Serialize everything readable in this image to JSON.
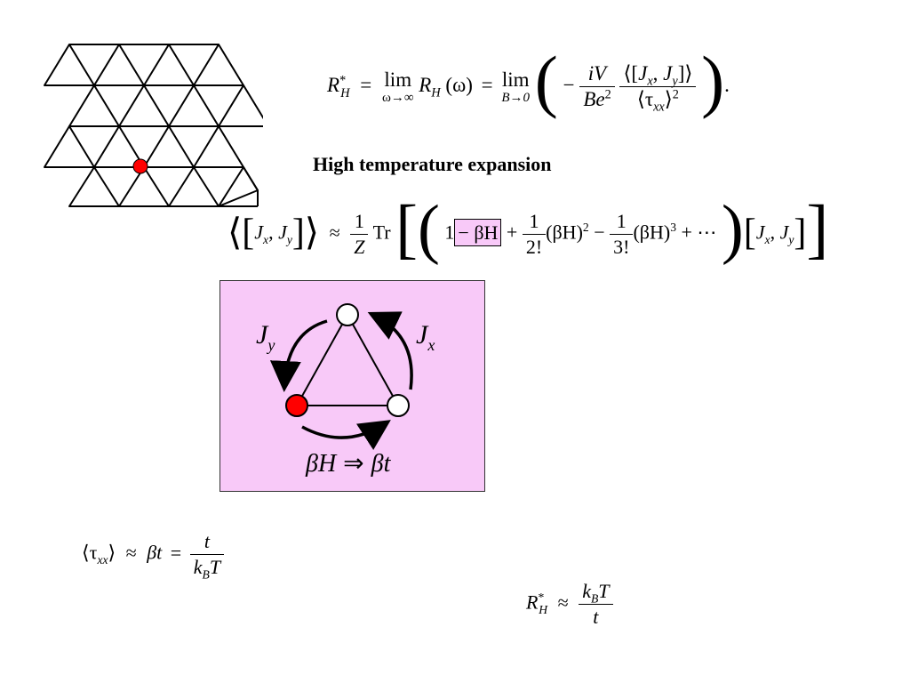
{
  "lattice": {
    "name": "triangular-lattice",
    "highlight_color": "#ff0000",
    "line_color": "#000000"
  },
  "equation_rh": {
    "lhs_R": "R",
    "lhs_sub": "H",
    "lhs_sup": "*",
    "eq": "=",
    "lim1": "lim",
    "lim1_under": "ω→∞",
    "R": "R",
    "R_sub": "H",
    "omega": "(ω)",
    "eq2": "=",
    "lim2": "lim",
    "lim2_under": "B→0",
    "minus": "−",
    "num_iV": "iV",
    "den_B": "Be",
    "den_sup": "2",
    "comm_open": "⟨[",
    "Jx": "J",
    "Jx_sub": "x",
    "comma": ",",
    "Jy": "J",
    "Jy_sub": "y",
    "comm_close": "]⟩",
    "tau_open": "⟨τ",
    "tau_sub": "xx",
    "tau_close": "⟩",
    "tau_sup": "2",
    "period": "."
  },
  "hte_title": "High temperature expansion",
  "expansion": {
    "comm_open": "⟨[",
    "Jx": "J",
    "Jx_sub": "x",
    "comma": ",",
    "Jy": "J",
    "Jy_sub": "y",
    "comm_close": "]⟩",
    "sim": "≈",
    "one": "1",
    "Z": "Z",
    "Tr": "Tr",
    "term1": "1",
    "term_boxed": "− βH",
    "plus": "+",
    "fact2": "2!",
    "bh2": "(βH)",
    "sup2": "2",
    "minus": "−",
    "fact3": "3!",
    "bh3": "(βH)",
    "sup3": "3",
    "dots": "+ ⋯",
    "comm2_open": "[",
    "comm2_close": "]",
    "highlight_color": "#f8c9f8"
  },
  "hop_diagram": {
    "label_Jy": "J",
    "label_Jy_sub": "y",
    "label_Jx": "J",
    "label_Jx_sub": "x",
    "label_bottom_a": "βH",
    "label_arrow": "⇒",
    "label_bottom_b": "βt",
    "panel_color": "#f8c9f8",
    "filled_site_color": "#ff0000",
    "empty_site_color": "#ffffff"
  },
  "tau_estimate": {
    "lhs_open": "⟨τ",
    "lhs_sub": "xx",
    "lhs_close": "⟩",
    "sim": "≈",
    "beta_t": "βt",
    "eq": "=",
    "num": "t",
    "den_k": "k",
    "den_sub": "B",
    "den_T": "T"
  },
  "rh_result": {
    "R": "R",
    "R_sub": "H",
    "R_sup": "*",
    "sim": "≈",
    "num_k": "k",
    "num_sub": "B",
    "num_T": "T",
    "den": "t"
  }
}
